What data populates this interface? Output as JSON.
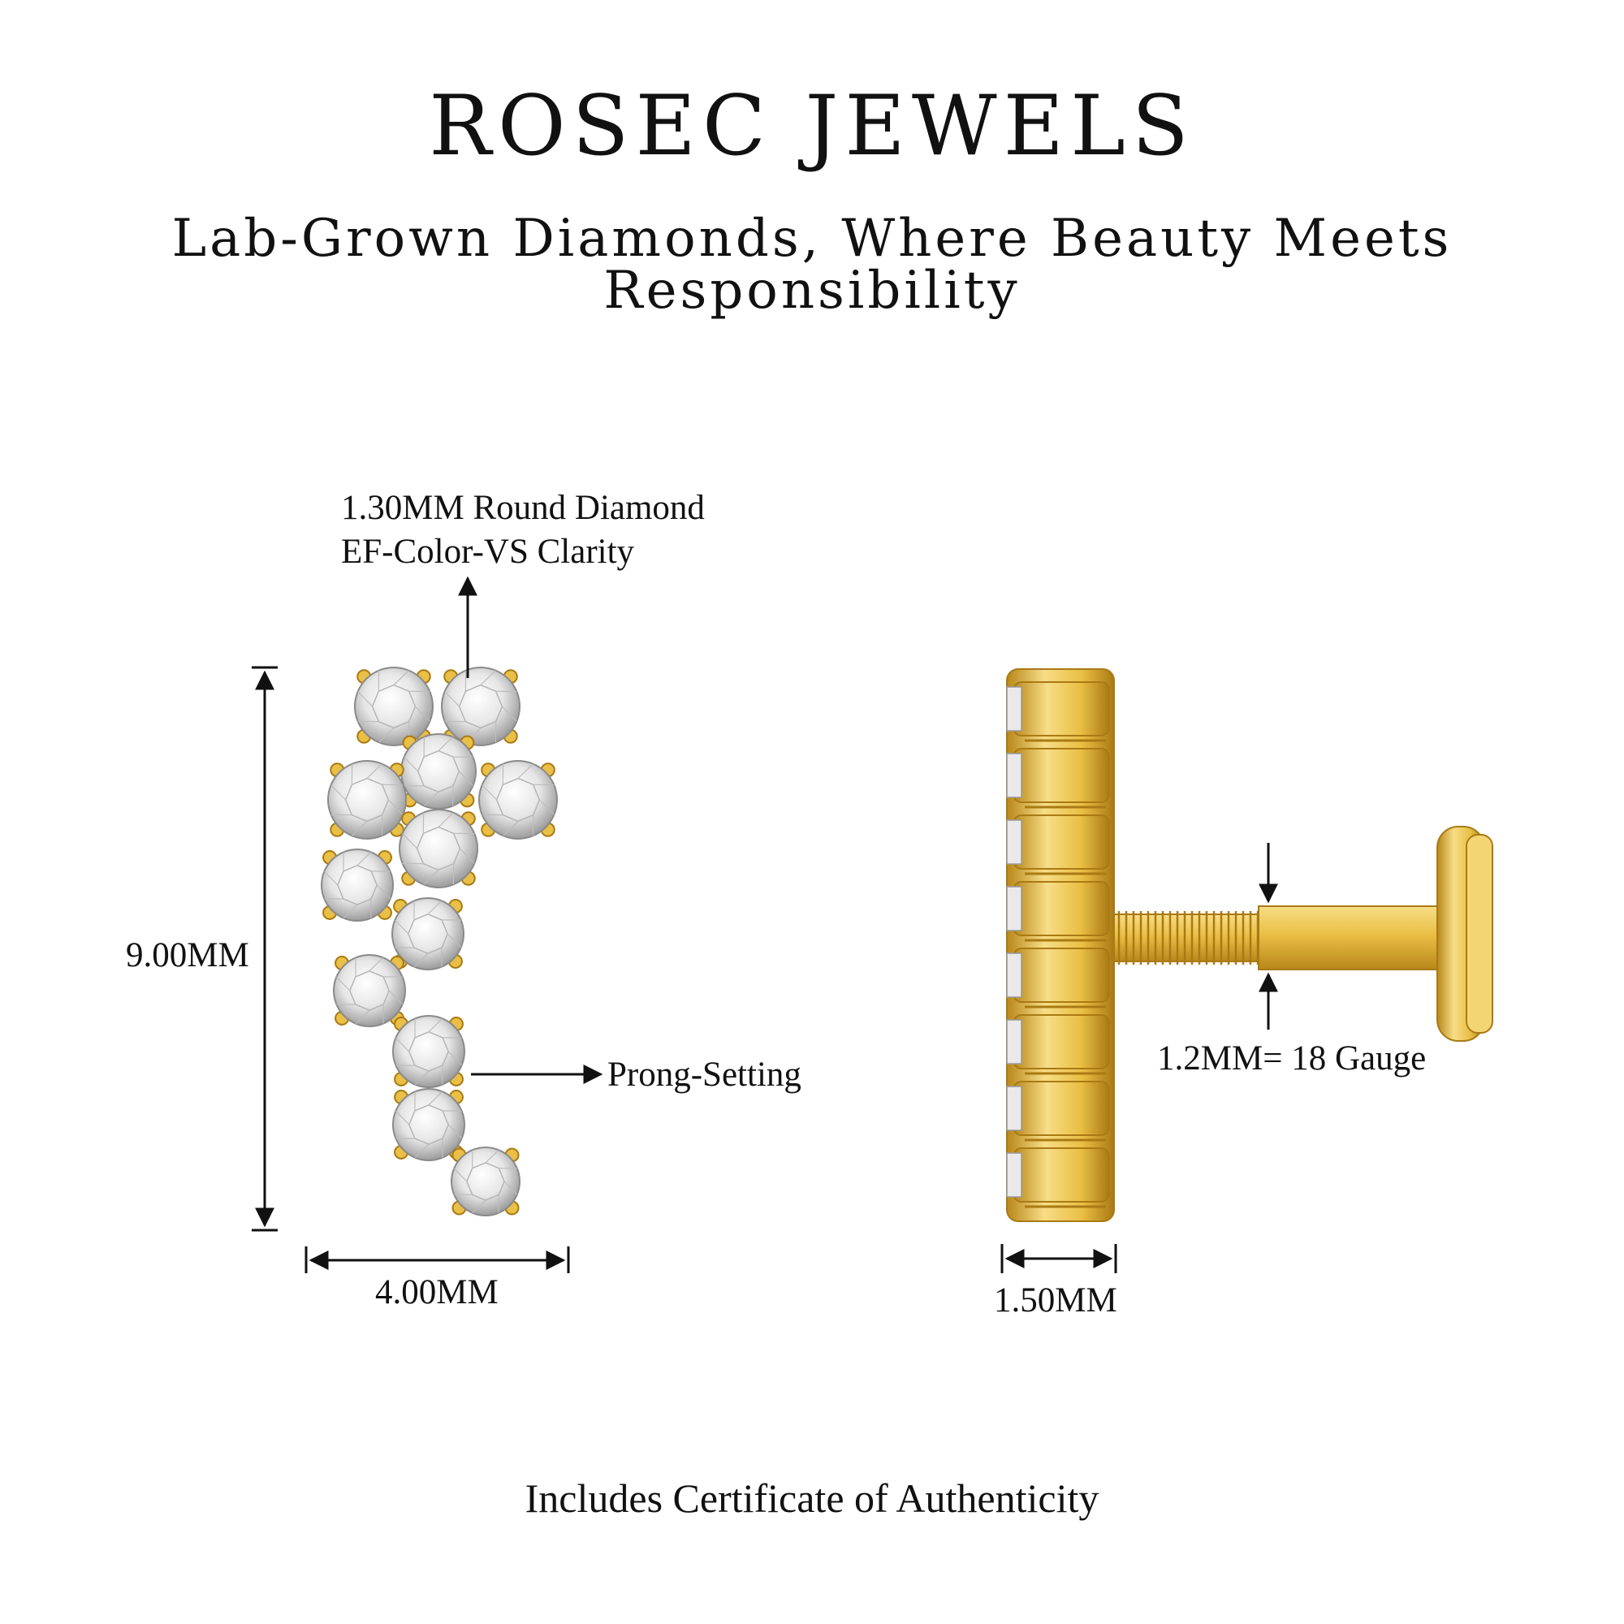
{
  "header": {
    "brand": "ROSEC JEWELS",
    "tagline": "Lab-Grown Diamonds, Where Beauty Meets Responsibility"
  },
  "front_view": {
    "stone_label_line1": "1.30MM Round Diamond",
    "stone_label_line2": "EF-Color-VS Clarity",
    "height_label": "9.00MM",
    "width_label": "4.00MM",
    "setting_label": "Prong-Setting"
  },
  "side_view": {
    "depth_label": "1.50MM",
    "gauge_label": "1.2MM= 18 Gauge"
  },
  "footer": {
    "note": "Includes Certificate of Authenticity"
  },
  "colors": {
    "gold": "#e9bf45",
    "gold_dark": "#b8871a",
    "diamond": "#e8e8e8",
    "ink": "#111111"
  }
}
